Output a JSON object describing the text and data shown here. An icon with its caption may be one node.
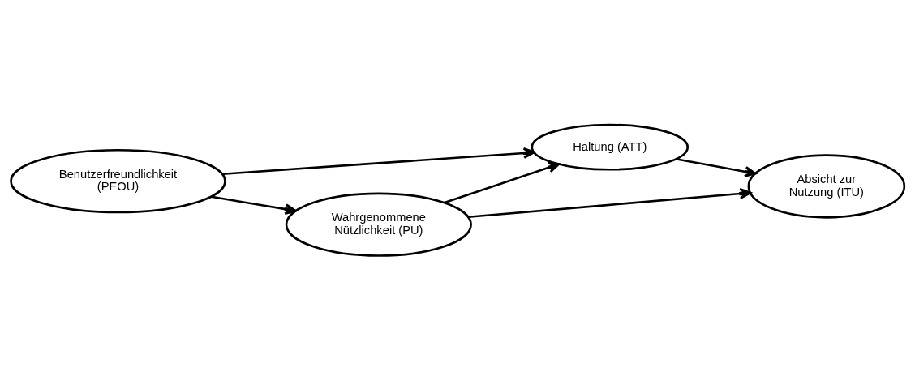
{
  "diagram": {
    "nodes": [
      {
        "text": [
          "Wahrgenommene Nützlichkeit (PU)"
        ]
      },
      {
        "text": [
          "Haltung (ATT)"
        ]
      },
      {
        "text": [
          "Absicht zur Nutzung (ITU)"
        ]
      },
      {
        "text": [
          "Benutzerfreundlichkeit (PEOU)"
        ]
      }
    ],
    "edges": [
      {
        "from": 0,
        "to": 2,
        "arrow": "to"
      },
      {
        "from": 0,
        "to": 1,
        "arrow": "to"
      },
      {
        "from": 3,
        "to": 0,
        "arrow": "to"
      },
      {
        "from": 1,
        "to": 2,
        "arrow": "to"
      },
      {
        "from": 3,
        "to": 1,
        "arrow": "to"
      }
    ]
  }
}
